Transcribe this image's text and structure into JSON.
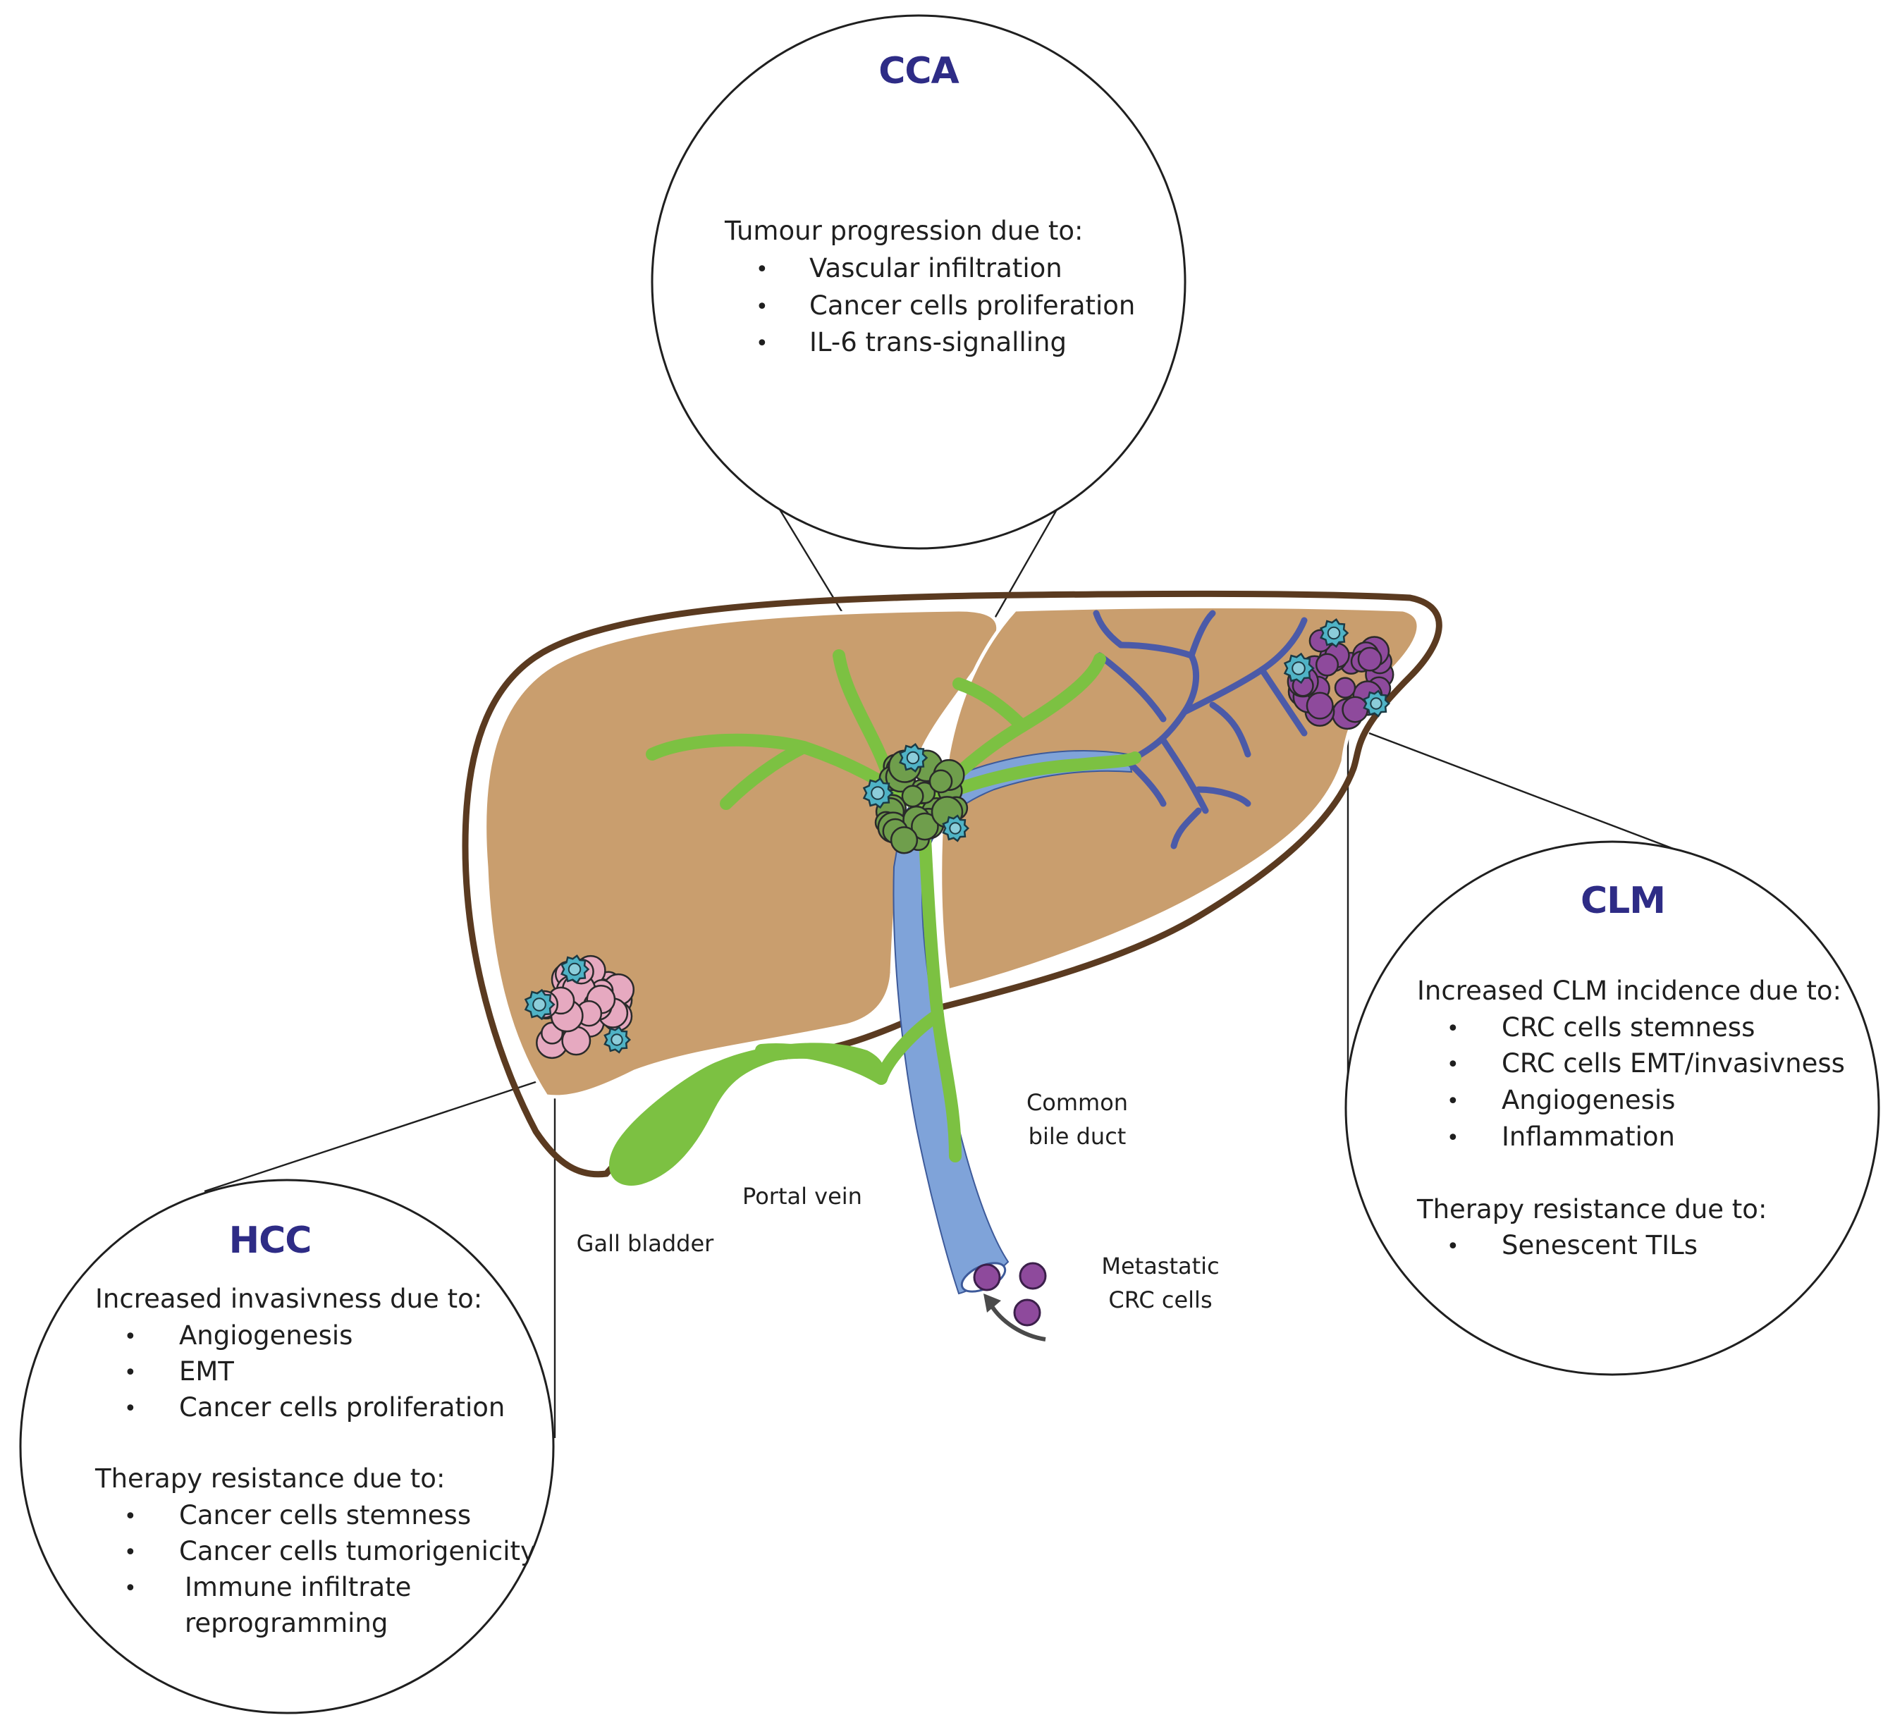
{
  "panels": {
    "cca": {
      "title": "CCA",
      "groups": [
        {
          "heading": "Tumour progression due to:",
          "items": [
            "Vascular infiltration",
            "Cancer cells proliferation",
            "IL-6 trans-signalling"
          ]
        }
      ]
    },
    "clm": {
      "title": "CLM",
      "groups": [
        {
          "heading": "Increased CLM incidence due to:",
          "items": [
            "CRC cells stemness",
            "CRC cells EMT/invasivness",
            "Angiogenesis",
            "Inflammation"
          ]
        },
        {
          "heading": "Therapy resistance due to:",
          "items": [
            "Senescent TILs"
          ]
        }
      ]
    },
    "hcc": {
      "title": "HCC",
      "groups": [
        {
          "heading": "Increased invasivness due to:",
          "items": [
            "Angiogenesis",
            "EMT",
            "Cancer cells proliferation"
          ]
        },
        {
          "heading": "Therapy resistance due to:",
          "items": [
            "Cancer cells stemness",
            "Cancer cells tumorigenicity",
            "Immune infiltrate reprogramming"
          ]
        }
      ]
    }
  },
  "labels": {
    "common_bile_duct": [
      "Common",
      "bile duct"
    ],
    "portal_vein": "Portal vein",
    "gall_bladder": "Gall bladder",
    "metastatic_crc": [
      "Metastatic",
      "CRC cells"
    ]
  },
  "bullet_symbol": "•",
  "colors": {
    "liver_fill": "#c99e6e",
    "liver_outline": "#5a3a20",
    "bile_duct": "#7cc142",
    "portal_vein": "#7fa3d9",
    "vein_branch": "#4b5aa8",
    "title_text": "#2e2c86",
    "hcc_cells": "#e6a9c0",
    "cca_cells": "#6f9e4c",
    "clm_cells": "#8e4a9c",
    "immune_cells": "#4fb3c6"
  }
}
